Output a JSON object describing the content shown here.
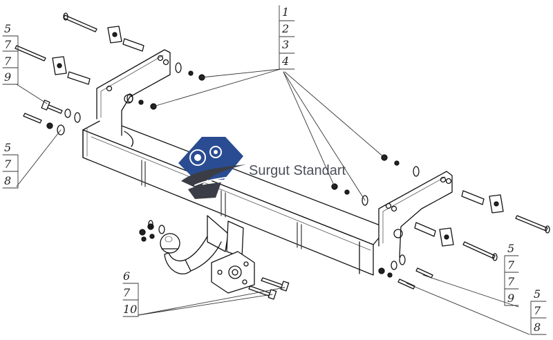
{
  "brand": {
    "name": "Surgut Standart",
    "colors": {
      "blue": "#2a4c92",
      "dark": "#3a3d45"
    }
  },
  "callouts": {
    "top": [
      "1",
      "2",
      "3",
      "4"
    ],
    "left_upper": [
      "5",
      "7",
      "7",
      "9"
    ],
    "left_lower": [
      "5",
      "7",
      "8"
    ],
    "bottom": [
      "6",
      "7",
      "10"
    ],
    "right_upper": [
      "5",
      "7",
      "7",
      "9"
    ],
    "right_lower": [
      "5",
      "7",
      "8"
    ]
  }
}
